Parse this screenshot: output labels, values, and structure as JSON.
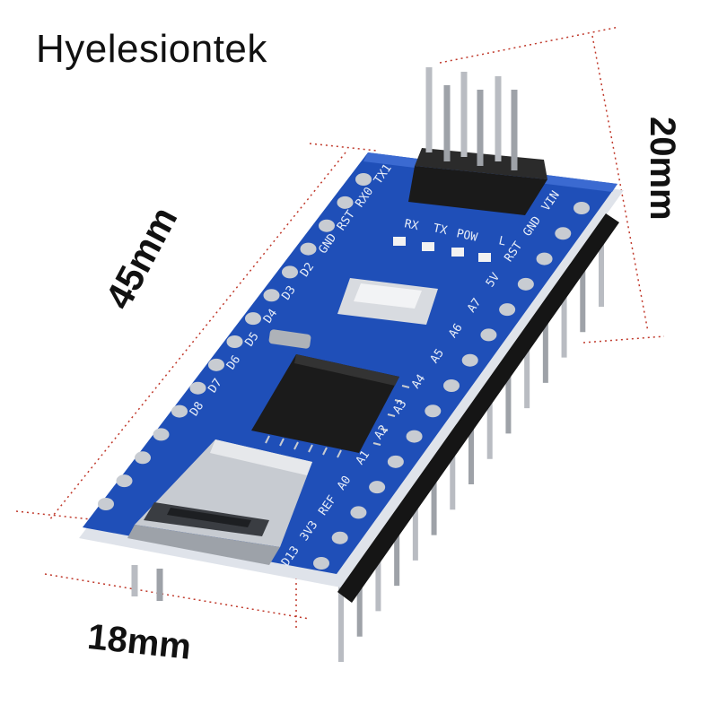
{
  "brand": {
    "name": "Hyelesiontek"
  },
  "dimensions": {
    "length": "45mm",
    "height": "20mm",
    "width": "18mm"
  },
  "board": {
    "left_pins": [
      "TX1",
      "RX0",
      "RST",
      "GND",
      "D2",
      "D3",
      "D4",
      "D5",
      "D6",
      "D7",
      "D8"
    ],
    "right_pins": [
      "VIN",
      "GND",
      "RST",
      "5V",
      "A7",
      "A6",
      "A5",
      "A4",
      "A3",
      "A2",
      "A1",
      "A0",
      "REF",
      "3V3",
      "D13"
    ],
    "leds": [
      "RX",
      "TX",
      "POW",
      "L"
    ],
    "colors": {
      "pcb": "#1f4fb8",
      "header": "#151515",
      "pin": "#b9bcc2",
      "chip": "#1b1b1b"
    }
  }
}
